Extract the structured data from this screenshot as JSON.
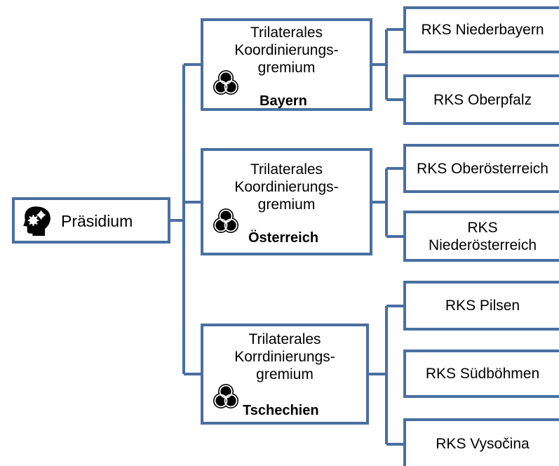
{
  "root": {
    "label": "Präsidium",
    "icon": "head-gears-icon"
  },
  "committees": [
    {
      "line1": "Trilaterales",
      "line2": "Koordinierungs-",
      "line3": "gremium",
      "country": "Bayern",
      "icon": "venn-circles-icon",
      "children": [
        "RKS Niederbayern",
        "RKS Oberpfalz"
      ]
    },
    {
      "line1": "Trilaterales",
      "line2": "Koordinierungs-",
      "line3": "gremium",
      "country": "Österreich",
      "icon": "venn-circles-icon",
      "children": [
        "RKS Oberösterreich",
        "RKS\nNiederösterreich"
      ]
    },
    {
      "line1": "Trilaterales",
      "line2": "Korrdinierungs-",
      "line3": "gremium",
      "country": "Tschechien",
      "icon": "venn-circles-icon",
      "children": [
        "RKS Pilsen",
        "RKS Südböhmen",
        "RKS Vysočina"
      ]
    }
  ],
  "colors": {
    "line": "#4a6fa0",
    "box_border": "#4a6fa0",
    "icon": "#000000"
  }
}
